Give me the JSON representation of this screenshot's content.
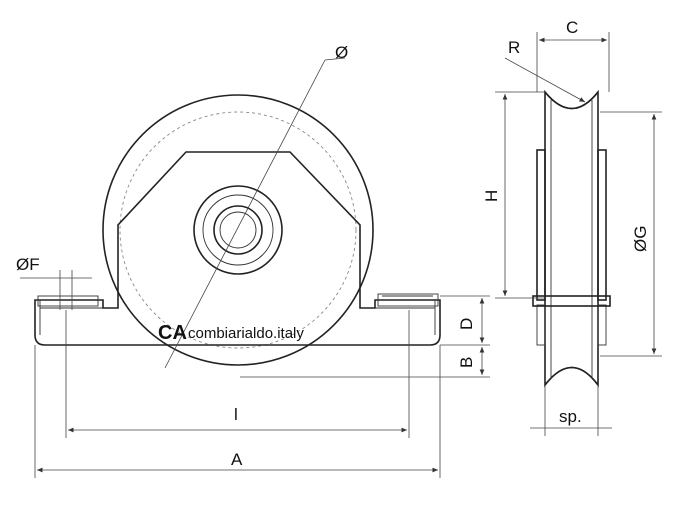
{
  "labels": {
    "diameter": "Ø",
    "c": "C",
    "r": "R",
    "h": "H",
    "g": "ØG",
    "f": "ØF",
    "d": "D",
    "b": "B",
    "l": "l",
    "a": "A",
    "sp": "sp."
  },
  "logo": {
    "mark": "CA",
    "text": "combiarialdo.italy"
  },
  "colors": {
    "wheel_fill": "#ececec",
    "bracket_fill": "#e2e2e2",
    "line": "#222222"
  }
}
